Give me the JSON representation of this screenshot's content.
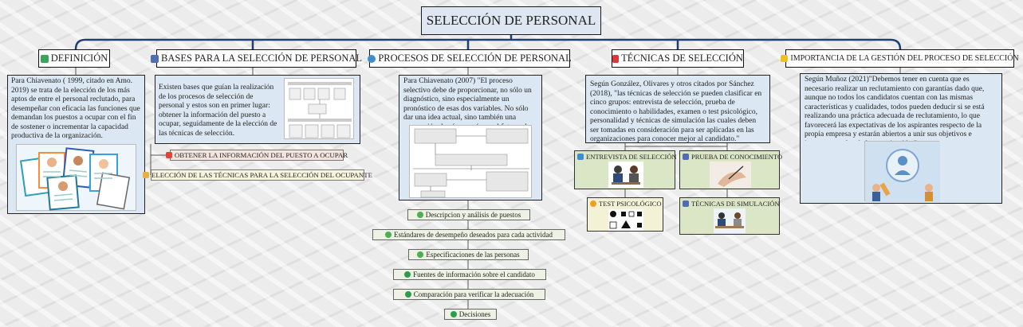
{
  "title": "SELECCIÓN DE PERSONAL",
  "colors": {
    "title_bg": "#dde6f1",
    "panel_bg": "#dbe7f2",
    "connector": "#1f3f73",
    "technique_bg": "#dbe6c6"
  },
  "branches": {
    "definicion": {
      "label": "DEFINICIÓN",
      "icon": "edit-icon",
      "text": "Para Chiavenato ( 1999, citado en Amo. 2019) se trata de la elección de los más aptos de entre el personal reclutado, para desempeñar con eficacia las funciones que demandan los puestos a ocupar con el fin de sostener o incrementar la capacidad productiva de la organización."
    },
    "bases": {
      "label": "BASES PARA LA SELECCIÓN DE PERSONAL",
      "icon": "calendar-icon",
      "text": "Existen  bases que guían la realización de los procesos de selección de personal y estos son en primer lugar: obtener la información del puesto a ocupar, seguidamente de la elección de las técnicas de selección.",
      "subitems": [
        {
          "label": "OBTENER LA INFORMACIÓN DEL PUESTO A OCUPAR",
          "icon": "exclamation-icon"
        },
        {
          "label": "ELECCIÓN DE LAS TÉCNICAS PARA LA SELECCIÓN DEL OCUPANTE",
          "icon": "note-icon"
        }
      ]
    },
    "procesos": {
      "label": "PROCESOS DE SELECCIÓN DE PERSONAL",
      "icon": "people-check-icon",
      "text": "Para Chiavenato (2007) \"El proceso selectivo debe de proporcionar, no sólo un diagnóstico, sino especialmente un pronóstico de esas dos variables. No sólo dar una idea actual, sino también una proyección de cómo serán en el futuro el aprendizaje y el nivel de realización\"",
      "steps": [
        "Descripcion y análisis de puestos",
        "Estándares de desempeño deseados para cada actividad",
        "Especificaciones de las personas",
        "Fuentes de información sobre el candidato",
        "Comparación para verificar la adecuación",
        "Decisiones"
      ]
    },
    "tecnicas": {
      "label": "TÉCNICAS DE SELECCIÓN",
      "icon": "flag-icon",
      "text": "Según González, Olivares y otros citados por Sánchez (2018), \"las técnicas de selección se pueden clasificar en cinco grupos: entrevista de selección, prueba de conocimiento o habilidades, examen o test psicológico, personalidad y técnicas de simulación las cuales deben ser tomadas en consideración para ser aplicadas en las organizaciones para conocer mejor al candidato.\"",
      "items": [
        {
          "label": "ENTREVISTA DE SELECCIÓN",
          "icon": "person-icon"
        },
        {
          "label": "PRUEBA DE CONOCIMIENTO",
          "icon": "chart-icon"
        },
        {
          "label": "TEST PSICOLÓGICO",
          "icon": "info-icon"
        },
        {
          "label": "TÉCNICAS DE SIMULACIÓN",
          "icon": "chart-icon"
        }
      ]
    },
    "importancia": {
      "label": "IMPORTANCIA DE LA GESTIÓN DEL PROCESO DE SELECCIÓN",
      "icon": "star-icon",
      "text": "Según Muñoz (2021)\"Debemos tener en cuenta que es necesario realizar un reclutamiento con garantías dado que, aunque no todos los candidatos cuentan con las mismas características y cualidades, todos pueden deducir si se está realizando una práctica adecuada de reclutamiento, lo que favorecerá las expectativas de los aspirantes respecto de la propia empresa y estarán abiertos a unir sus objetivos e intereses con los de la organización.\""
    }
  }
}
